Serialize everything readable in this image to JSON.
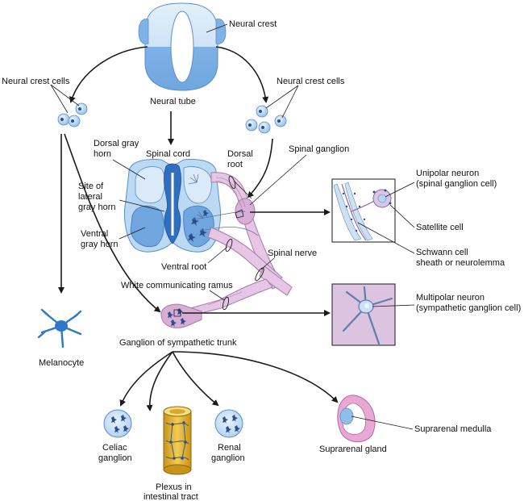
{
  "colors": {
    "tube_light": "#cfe3f6",
    "tube_dark": "#7fb2e6",
    "cell_fill": "#bcd9f3",
    "nerve_pink": "#e6c6e4",
    "nerve_stroke": "#a67aa6",
    "gland_pink": "#e7a9d4",
    "plexus_yellow": "#e8b92f",
    "ink": "#1a1a1a",
    "dark_blue": "#2b4f8a"
  },
  "labels": {
    "neural_crest": "Neural crest",
    "neural_tube": "Neural tube",
    "neural_crest_cells_left": "Neural crest cells",
    "neural_crest_cells_right": "Neural crest cells",
    "dorsal_gray_horn_1": "Dorsal gray",
    "dorsal_gray_horn_2": "horn",
    "spinal_cord": "Spinal cord",
    "dorsal_root_1": "Dorsal",
    "dorsal_root_2": "root",
    "spinal_ganglion": "Spinal ganglion",
    "lateral_horn_1": "Site of",
    "lateral_horn_2": "lateral",
    "lateral_horn_3": "gray horn",
    "ventral_gray_horn_1": "Ventral",
    "ventral_gray_horn_2": "gray horn",
    "ventral_root": "Ventral root",
    "spinal_nerve": "Spinal nerve",
    "white_ramus": "White communicating ramus",
    "unipolar_1": "Unipolar neuron",
    "unipolar_2": "(spinal ganglion cell)",
    "satellite_cell": "Satellite cell",
    "schwann_1": "Schwann cell",
    "schwann_2": "sheath or neurolemma",
    "multipolar_1": "Multipolar neuron",
    "multipolar_2": "(sympathetic ganglion cell)",
    "melanocyte": "Melanocyte",
    "ganglion_sympathetic": "Ganglion of sympathetic trunk",
    "celiac_1": "Celiac",
    "celiac_2": "ganglion",
    "plexus_1": "Plexus in",
    "plexus_2": "intestinal tract",
    "renal_1": "Renal",
    "renal_2": "ganglion",
    "suprarenal_gland": "Suprarenal gland",
    "suprarenal_medulla": "Suprarenal medulla"
  }
}
